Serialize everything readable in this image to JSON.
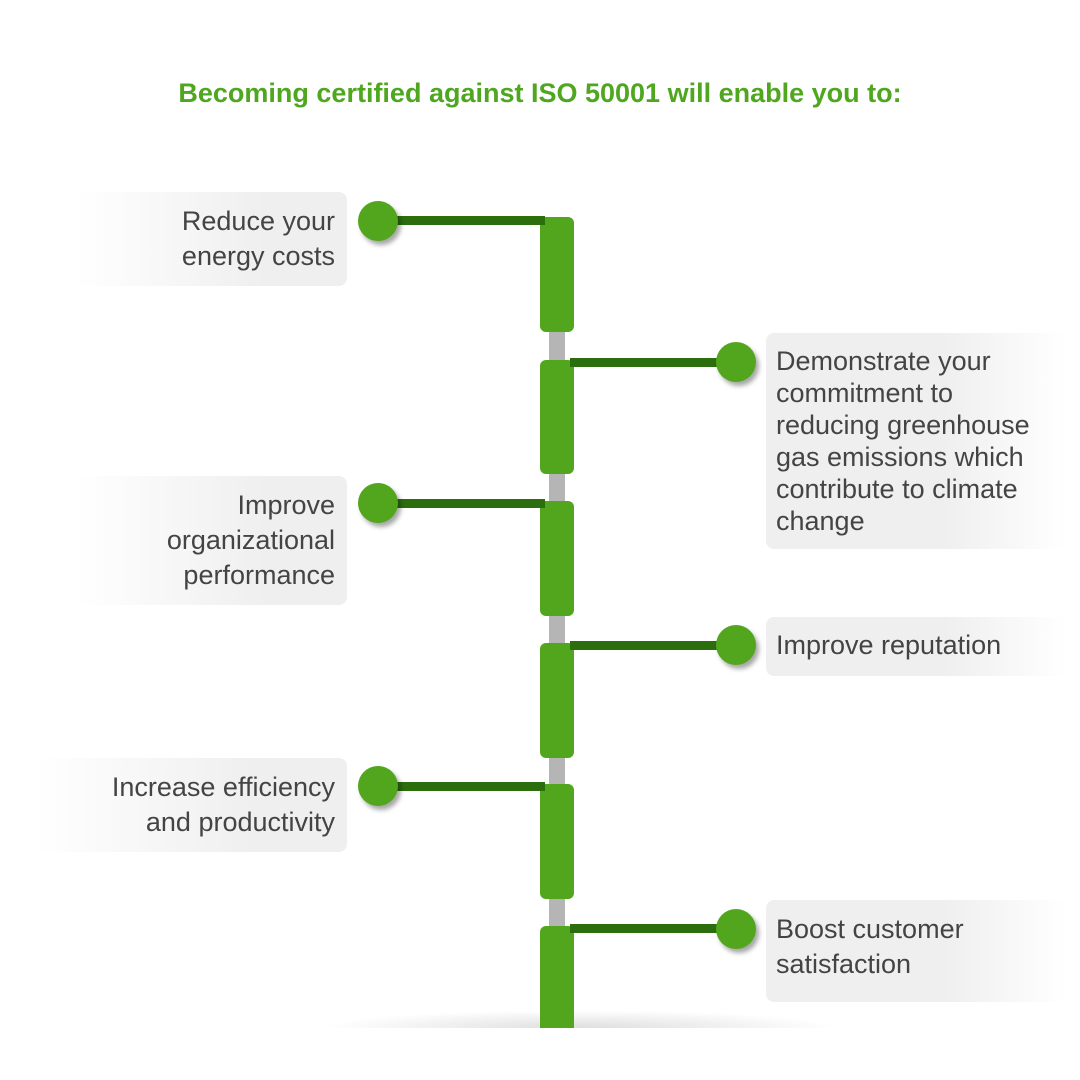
{
  "title": "Becoming certified against ISO 50001 will enable you to:",
  "colors": {
    "accent": "#52a61e",
    "connector": "#2c6e0e",
    "spine": "#b5b5b5",
    "text": "#444444"
  },
  "benefits": [
    {
      "side": "left",
      "text": "Reduce your\nenergy costs"
    },
    {
      "side": "right",
      "text": "Demonstrate your\ncommitment to\nreducing greenhouse\ngas emissions which\ncontribute to climate\nchange"
    },
    {
      "side": "left",
      "text": "Improve\norganizational\nperformance"
    },
    {
      "side": "right",
      "text": "Improve reputation"
    },
    {
      "side": "left",
      "text": "Increase efficiency\nand productivity"
    },
    {
      "side": "right",
      "text": "Boost customer\nsatisfaction"
    }
  ]
}
